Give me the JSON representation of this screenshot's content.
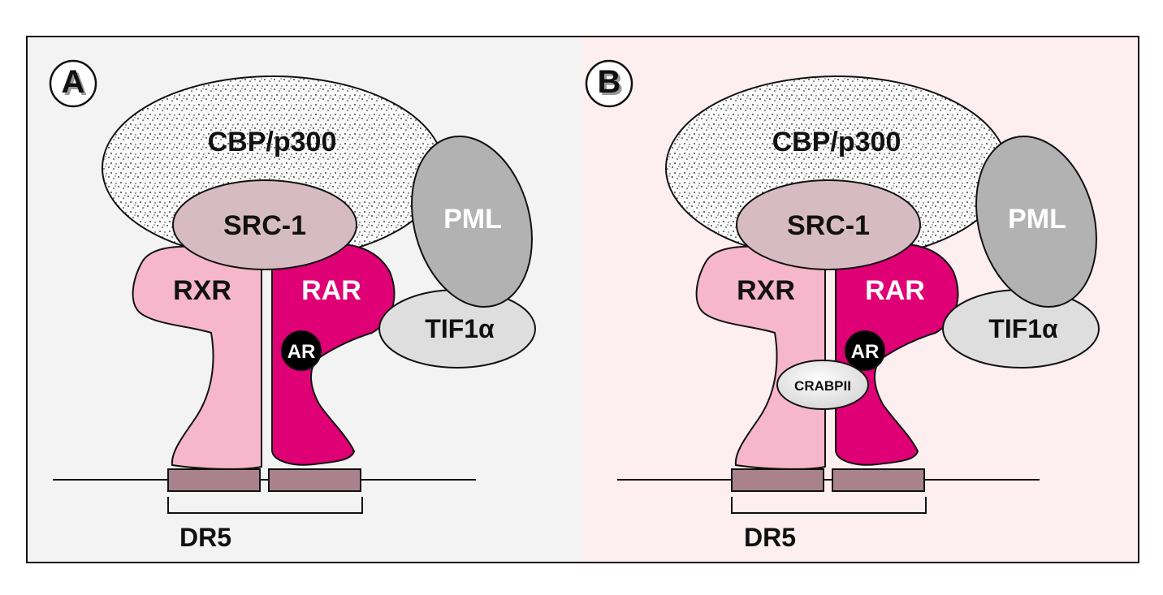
{
  "panels": [
    {
      "letter": "A",
      "labels": {
        "cbp": "CBP/p300",
        "src": "SRC-1",
        "pml": "PML",
        "rxr": "RXR",
        "rar": "RAR",
        "tif": "TIF1α",
        "ar": "AR",
        "dr5": "DR5"
      }
    },
    {
      "letter": "B",
      "labels": {
        "cbp": "CBP/p300",
        "src": "SRC-1",
        "pml": "PML",
        "rxr": "RXR",
        "rar": "RAR",
        "tif": "TIF1α",
        "ar": "AR",
        "crabp": "CRABPII",
        "dr5": "DR5"
      }
    }
  ],
  "colors": {
    "panel_a_bg": "#f3f3f3",
    "panel_b_bg": "#fdeef0",
    "cbp_fill": "#fbfbfb",
    "src_fill": "#d6bcc2",
    "rxr_fill": "#f6b6cb",
    "rar_fill": "#df0075",
    "pml_fill": "#b2b2b2",
    "tif_fill": "#dedede",
    "ar_fill": "#000000",
    "dr5_box_fill": "#a9828d",
    "crabp_fill": "#f0f0f0"
  }
}
